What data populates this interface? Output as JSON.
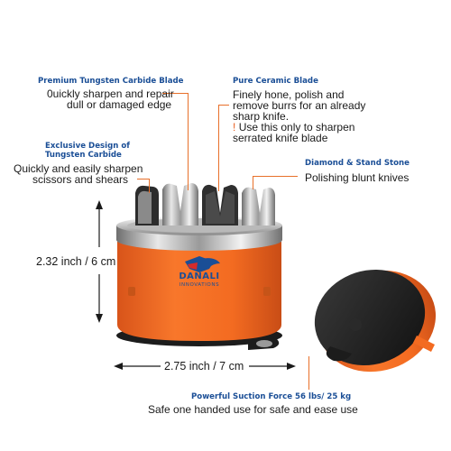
{
  "callouts": {
    "tungsten_blade": {
      "heading": "Premium Tungsten Carbide Blade",
      "line1": "0uickly sharpen and repair",
      "line2": "dull or damaged edge"
    },
    "ceramic_blade": {
      "heading": "Pure Ceramic Blade",
      "line1": "Finely hone, polish and",
      "line2": "remove burrs for an already",
      "line3": "sharp knife.",
      "warning_mark": "!",
      "line4": "Use this only to sharpen",
      "line5": "serrated knife blade"
    },
    "exclusive_design": {
      "heading_line1": "Exclusive Design of",
      "heading_line2": "Tungsten Carbide",
      "line1": "Quickly and easily sharpen",
      "line2": "scissors and shears"
    },
    "diamond_stone": {
      "heading": "Diamond & Stand Stone",
      "line1": "Polishing blunt knives"
    },
    "suction": {
      "heading": "Powerful Suction Force 56 lbs/ 25 kg",
      "line1": "Safe one handed use for safe and ease use"
    }
  },
  "dimensions": {
    "height": "2.32 inch / 6 cm",
    "width": "2.75 inch / 7 cm"
  },
  "brand": {
    "name": "DANALI",
    "tagline": "INNOVATIONS"
  },
  "colors": {
    "heading_blue": "#1a4e96",
    "leader_orange": "#e8702a",
    "body_orange": "#f36b21",
    "base_black": "#1c1c1c"
  }
}
